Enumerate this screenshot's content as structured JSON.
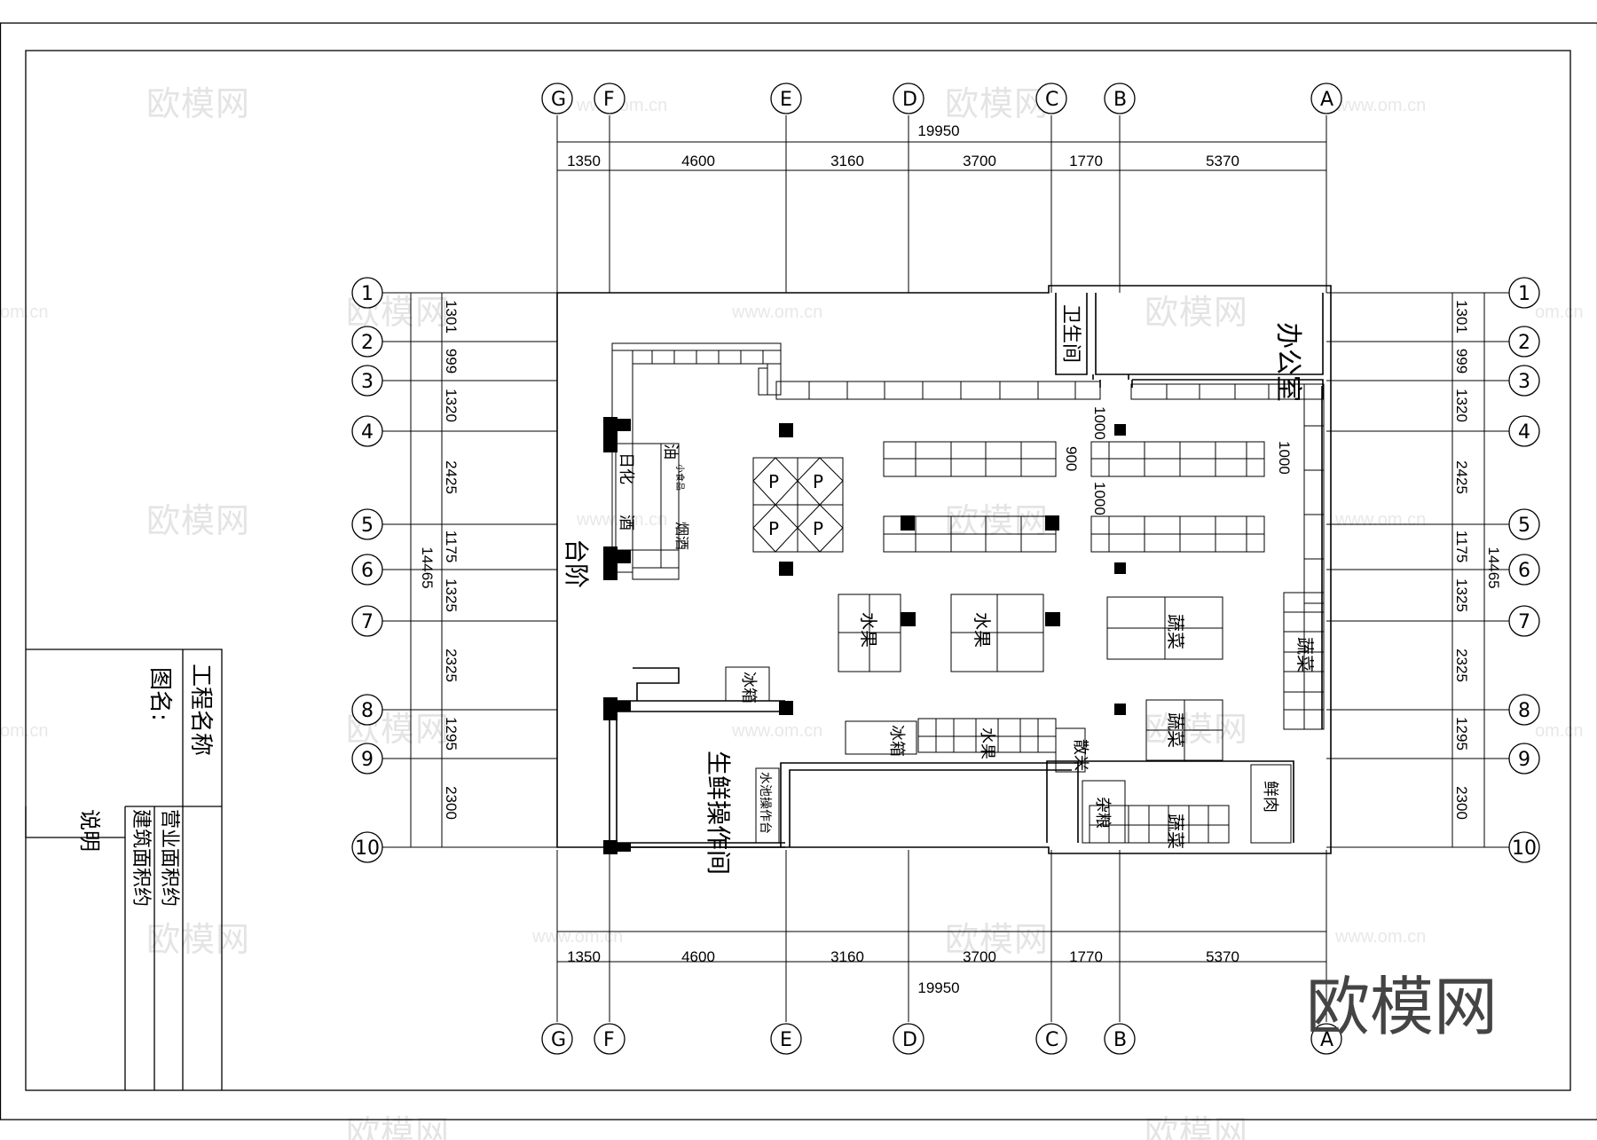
{
  "axes": {
    "columns": [
      "G",
      "F",
      "E",
      "D",
      "C",
      "B",
      "A"
    ],
    "rows": [
      "1",
      "2",
      "3",
      "4",
      "5",
      "6",
      "7",
      "8",
      "9",
      "10"
    ]
  },
  "dimensions": {
    "horizontal_total": "19950",
    "horizontal_segments": [
      "1350",
      "4600",
      "3160",
      "3700",
      "1770",
      "5370"
    ],
    "vertical_total": "14465",
    "vertical_segments": [
      "1301",
      "999",
      "1320",
      "2425",
      "1175",
      "1325",
      "2325",
      "1295",
      "2300"
    ],
    "aisle_1000_a": "1000",
    "aisle_900": "900",
    "aisle_1000_b": "1000",
    "aisle_1000_c": "1000"
  },
  "rooms": {
    "toilet": "卫生间",
    "office": "办公室",
    "steps": "台阶",
    "fresh_prep": "生鲜操作间",
    "daily_goods": "日化",
    "wine": "酒",
    "oil": "油",
    "snacks": "小食品",
    "tobacco_wine": "烟酒",
    "fridge_1": "冰箱",
    "fridge_2": "冰箱",
    "fruit_1": "水果",
    "fruit_2": "水果",
    "fruit_3": "水果",
    "veg_1": "蔬菜",
    "veg_2": "蔬菜",
    "veg_3": "蔬菜",
    "veg_4": "蔬菜",
    "bulk_rice": "散米",
    "grains": "杂粮",
    "fresh_meat": "鲜肉",
    "sink_table": "水池操作台",
    "promo": "P"
  },
  "title_block": {
    "project_name": "工程名称",
    "drawing_name": "图名:",
    "business_area": "营业面积约",
    "building_area": "建筑面积约",
    "notes": "说明"
  },
  "watermark": {
    "brand": "欧模网",
    "url": "www.om.cn",
    "url_partial": "om.cn"
  }
}
